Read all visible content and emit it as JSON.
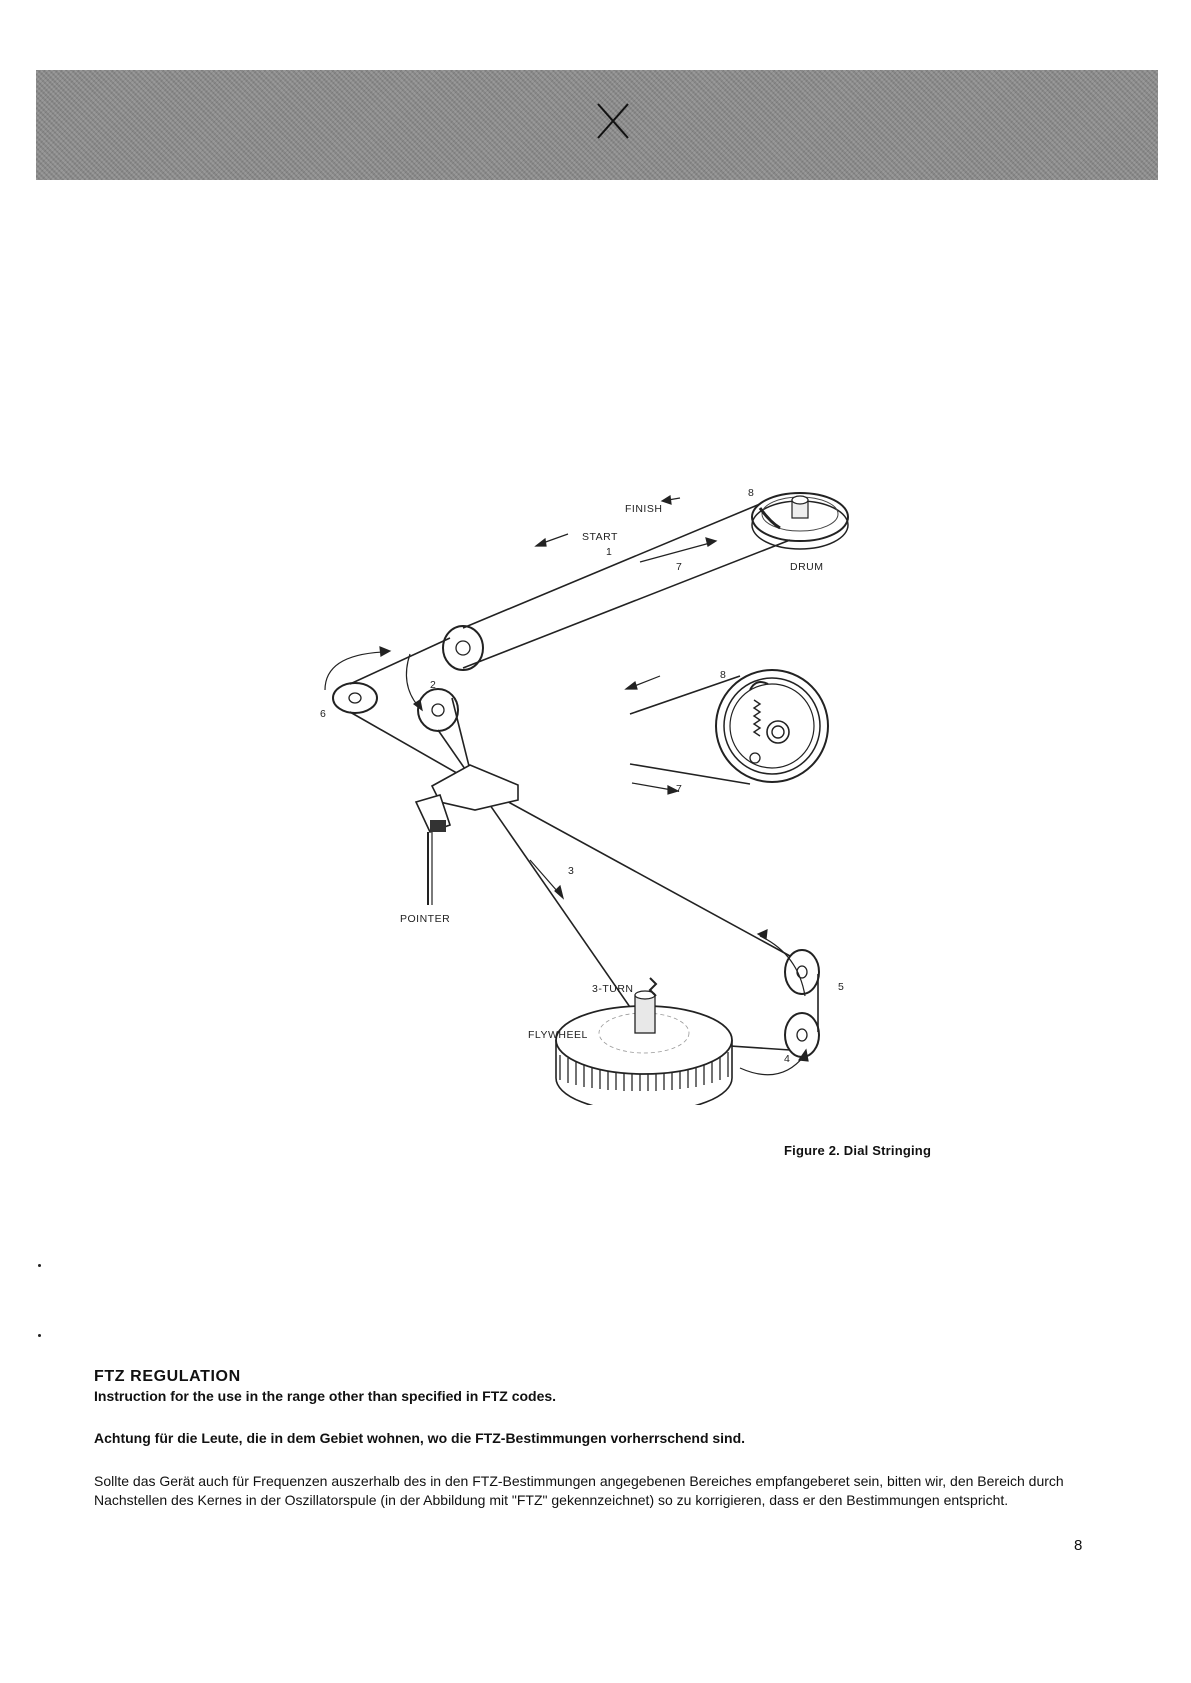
{
  "figure": {
    "labels": {
      "finish": "FINISH",
      "start": "START",
      "drum": "DRUM",
      "pointer": "POINTER",
      "three_turn": "3-TURN",
      "flywheel": "FLYWHEEL"
    },
    "numbers": {
      "n1": "1",
      "n2": "2",
      "n3": "3",
      "n4": "4",
      "n5": "5",
      "n6": "6",
      "n7": "7",
      "n8": "8",
      "n7b": "7",
      "n8b": "8"
    },
    "caption": "Figure 2.  Dial Stringing"
  },
  "section": {
    "title": "FTZ REGULATION",
    "subtitle": "Instruction for the use in the range other than specified in FTZ codes.",
    "warning": "Achtung für die Leute, die in dem Gebiet wohnen, wo die FTZ-Bestimmungen vorherrschend sind.",
    "body": "Sollte das Gerät auch für Frequenzen auszerhalb des in den FTZ-Bestimmungen angegebenen Bereiches empfangeberet sein, bitten wir, den Bereich durch Nachstellen des Kernes in der Oszillatorspule (in der Abbildung mit \"FTZ\" gekennzeichnet) so zu korrigieren, dass er den Bestimmungen entspricht."
  },
  "page_number": "8"
}
